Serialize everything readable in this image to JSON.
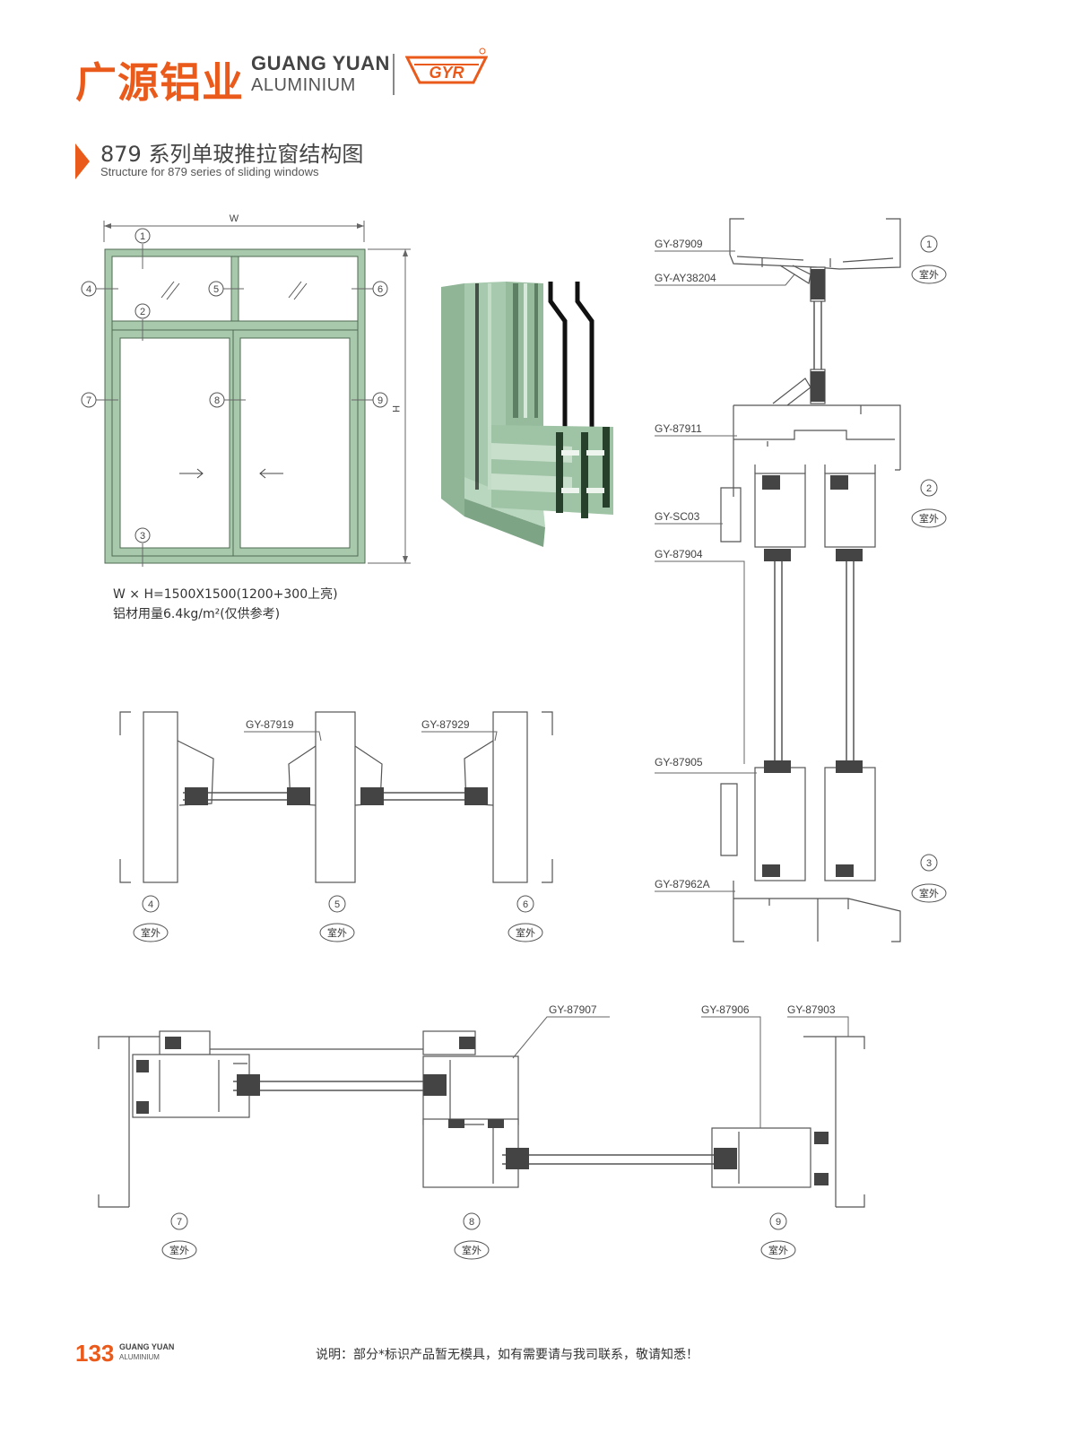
{
  "header": {
    "brand_cn": "广源铝业",
    "brand_en_line1": "GUANG YUAN",
    "brand_en_line2": "ALUMINIUM",
    "logo_text": "GYR",
    "accent_color": "#ea5a1b"
  },
  "title": {
    "cn": "879 系列单玻推拉窗结构图",
    "en": "Structure for 879 series of sliding windows"
  },
  "elevation": {
    "width_label": "W",
    "height_label": "H",
    "callouts": [
      "1",
      "2",
      "3",
      "4",
      "5",
      "6",
      "7",
      "8",
      "9"
    ],
    "spec_line1": "W × H=1500X1500(1200+300上亮)",
    "spec_line2": "铝材用量6.4kg/m²(仅供参考)",
    "frame_color": "#a9c9ad"
  },
  "sections": {
    "outside_label": "室外",
    "vertical": {
      "numbers": [
        "1",
        "2",
        "3"
      ],
      "parts": [
        "GY-87909",
        "GY-AY38204",
        "GY-87911",
        "GY-SC03",
        "GY-87904",
        "GY-87905",
        "GY-87962A"
      ]
    },
    "top": {
      "numbers": [
        "4",
        "5",
        "6"
      ],
      "parts": [
        "GY-87919",
        "GY-87929"
      ]
    },
    "bottom": {
      "numbers": [
        "7",
        "8",
        "9"
      ],
      "parts": [
        "GY-87907",
        "GY-87906",
        "GY-87903"
      ]
    }
  },
  "footer": {
    "page_number": "133",
    "brand_line1": "GUANG YUAN",
    "brand_line2": "ALUMINIUM",
    "note": "说明：部分*标识产品暂无模具，如有需要请与我司联系，敬请知悉！"
  }
}
